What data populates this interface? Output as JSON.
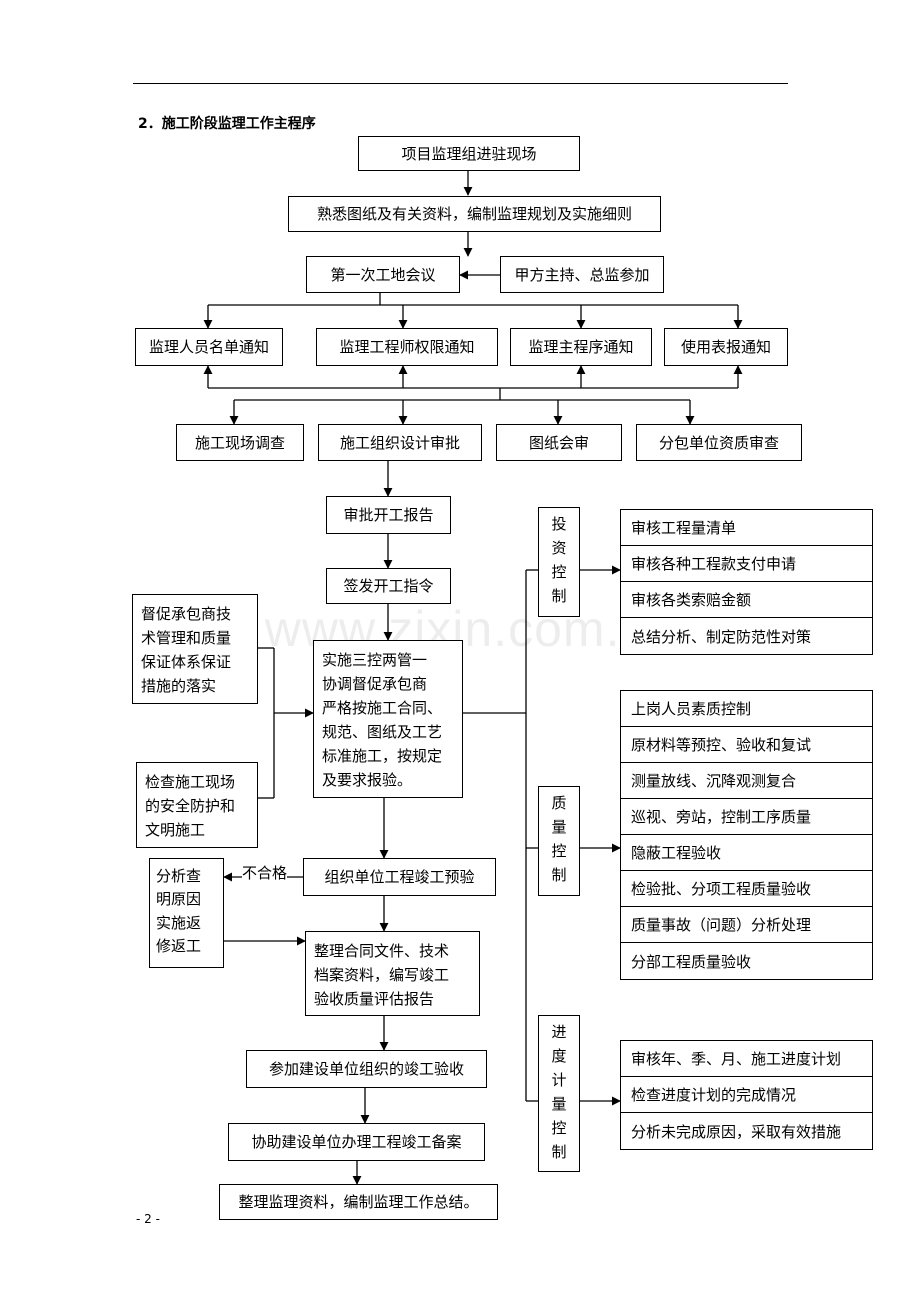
{
  "heading": "2．施工阶段监理工作主程序",
  "page_number": "- 2 -",
  "watermark": "www.zixin.com.cn",
  "steps": {
    "enter_site": "项目监理组进驻现场",
    "familiarize": "熟悉图纸及有关资料，编制监理规划及实施细则",
    "first_meeting": "第一次工地会议",
    "host": "甲方主持、总监参加",
    "notice_staff": "监理人员名单通知",
    "notice_authority": "监理工程师权限通知",
    "notice_procedure": "监理主程序通知",
    "notice_forms": "使用表报通知",
    "site_survey": "施工现场调查",
    "design_approval": "施工组织设计审批",
    "drawing_review": "图纸会审",
    "subcontractor_review": "分包单位资质审查",
    "approve_start_report": "审批开工报告",
    "issue_start_order": "签发开工指令",
    "main_control": [
      "实施三控两管一",
      "协调督促承包商",
      "严格按施工合同、",
      "规范、图纸及工艺",
      "标准施工，按规定",
      "及要求报验。"
    ],
    "urge_contractor": [
      "督促承包商技",
      "术管理和质量",
      "保证体系保证",
      "措施的落实"
    ],
    "check_safety": [
      "检查施工现场",
      "的安全防护和",
      "文明施工"
    ],
    "pre_acceptance": "组织单位工程竣工预验",
    "unqualified_label": "不合格",
    "analyze_rework": [
      "分析查",
      "明原因",
      "实施返",
      "修返工"
    ],
    "organize_docs": [
      "整理合同文件、技术",
      "档案资料，编写竣工",
      "验收质量评估报告"
    ],
    "participate_acceptance": "参加建设单位组织的竣工验收",
    "assist_filing": "协助建设单位办理工程竣工备案",
    "summary": "整理监理资料，编制监理工作总结。"
  },
  "controls": {
    "investment": {
      "label": [
        "投",
        "资",
        "控",
        "制"
      ],
      "items": [
        "审核工程量清单",
        "审核各种工程款支付申请",
        "审核各类索赔金额",
        "总结分析、制定防范性对策"
      ]
    },
    "quality": {
      "label": [
        "质",
        "量",
        "控",
        "制"
      ],
      "items": [
        "上岗人员素质控制",
        "原材料等预控、验收和复试",
        "测量放线、沉降观测复合",
        "巡视、旁站，控制工序质量",
        "隐蔽工程验收",
        "检验批、分项工程质量验收",
        "质量事故（问题）分析处理",
        "分部工程质量验收"
      ]
    },
    "progress": {
      "label": [
        "进",
        "度",
        "计",
        "量",
        "控",
        "制"
      ],
      "items": [
        "审核年、季、月、施工进度计划",
        "检查进度计划的完成情况",
        "分析未完成原因，采取有效措施"
      ]
    }
  }
}
